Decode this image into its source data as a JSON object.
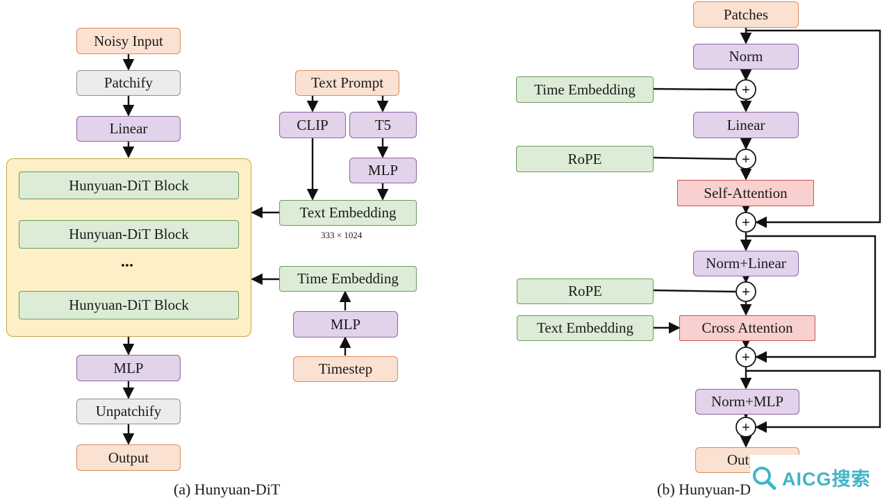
{
  "left": {
    "noisy_input": "Noisy Input",
    "patchify": "Patchify",
    "linear": "Linear",
    "block_1": "Hunyuan-DiT Block",
    "block_2": "Hunyuan-DiT Block",
    "ellipsis": "...",
    "block_3": "Hunyuan-DiT Block",
    "mlp": "MLP",
    "unpatchify": "Unpatchify",
    "output": "Output",
    "text_prompt": "Text Prompt",
    "clip": "CLIP",
    "t5": "T5",
    "t5_mlp": "MLP",
    "text_embedding": "Text Embedding",
    "text_embedding_dims": "333 × 1024",
    "time_embedding": "Time Embedding",
    "time_mlp": "MLP",
    "timestep": "Timestep",
    "caption": "(a) Hunyuan-DiT"
  },
  "right": {
    "patches": "Patches",
    "norm": "Norm",
    "time_embedding": "Time Embedding",
    "linear": "Linear",
    "rope_1": "RoPE",
    "self_attention": "Self-Attention",
    "norm_linear": "Norm+Linear",
    "rope_2": "RoPE",
    "text_embedding": "Text Embedding",
    "cross_attention": "Cross Attention",
    "norm_mlp": "Norm+MLP",
    "output": "Output",
    "caption": "(b) Hunyuan-DiT Block",
    "plus": "+"
  },
  "watermark": {
    "text": "AICG搜索",
    "icon": "search-icon"
  }
}
